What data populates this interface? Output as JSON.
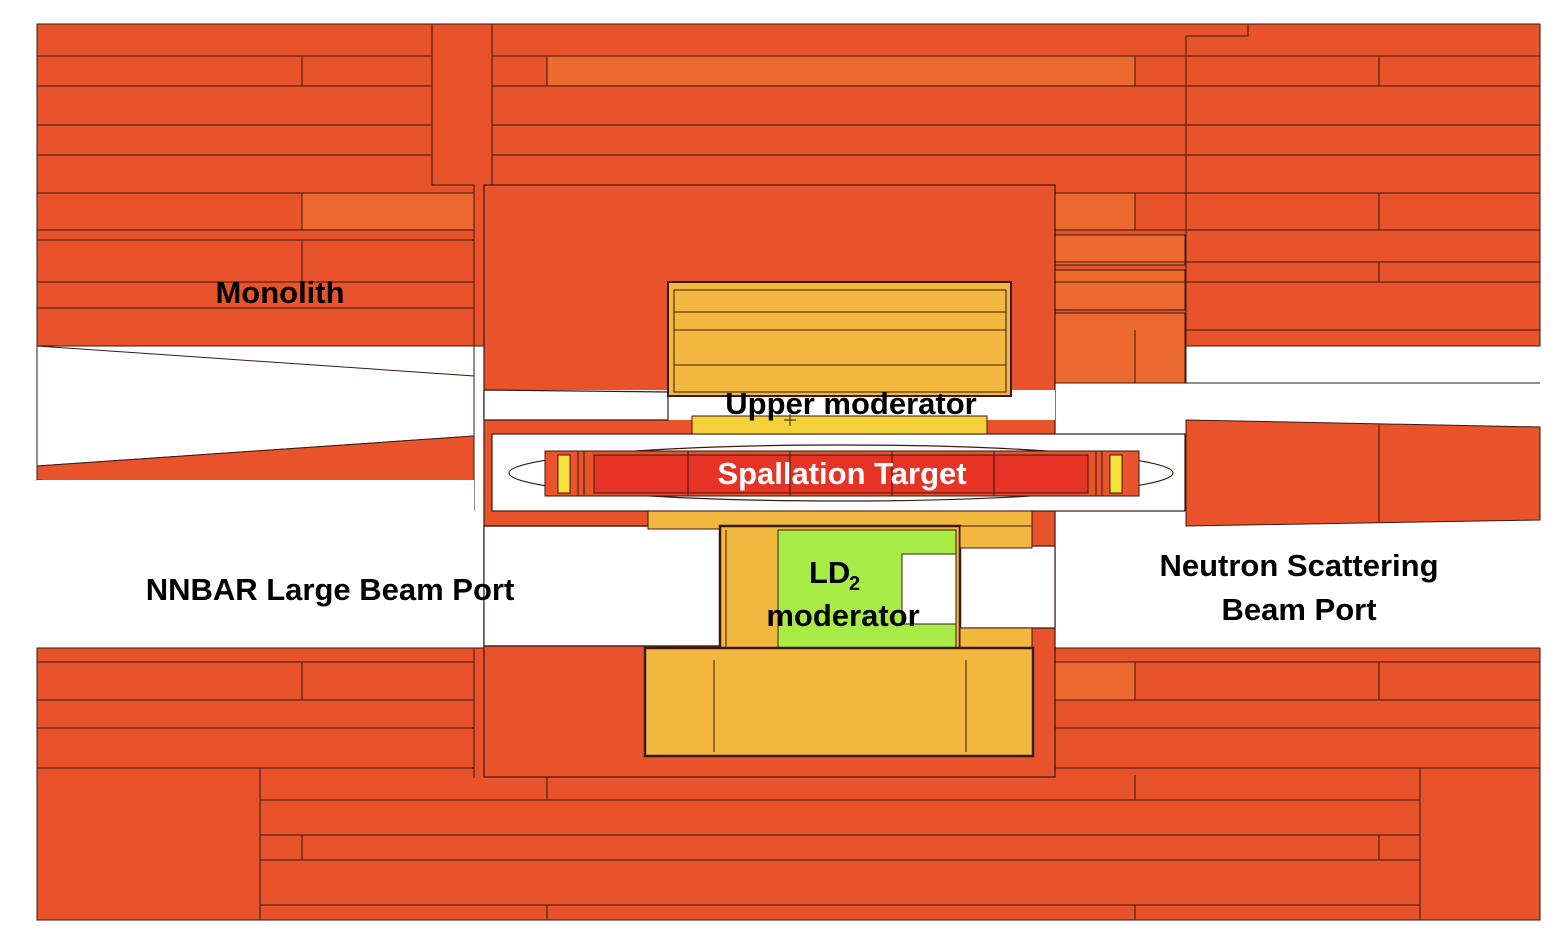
{
  "labels": {
    "monolith": "Monolith",
    "upper_moderator": "Upper moderator",
    "spallation_target": "Spallation  Target",
    "ld2_prefix": "LD",
    "ld2_subscript": "2",
    "ld2_moderator_word": "moderator",
    "nnbar_port": "NNBAR Large Beam Port",
    "ns_port_line1": "Neutron Scattering",
    "ns_port_line2": "Beam Port"
  },
  "colors": {
    "monolith": "#e8532b",
    "monolith_light": "#ec6a30",
    "reflector": "#e8532b",
    "moderator_orange": "#f3b83f",
    "upper_yellow": "#f6d23a",
    "target_red": "#e63325",
    "target_yellow": "#f7e13b",
    "ld2_green": "#a8ec47",
    "void": "#ffffff",
    "outline": "#3a1a10"
  }
}
